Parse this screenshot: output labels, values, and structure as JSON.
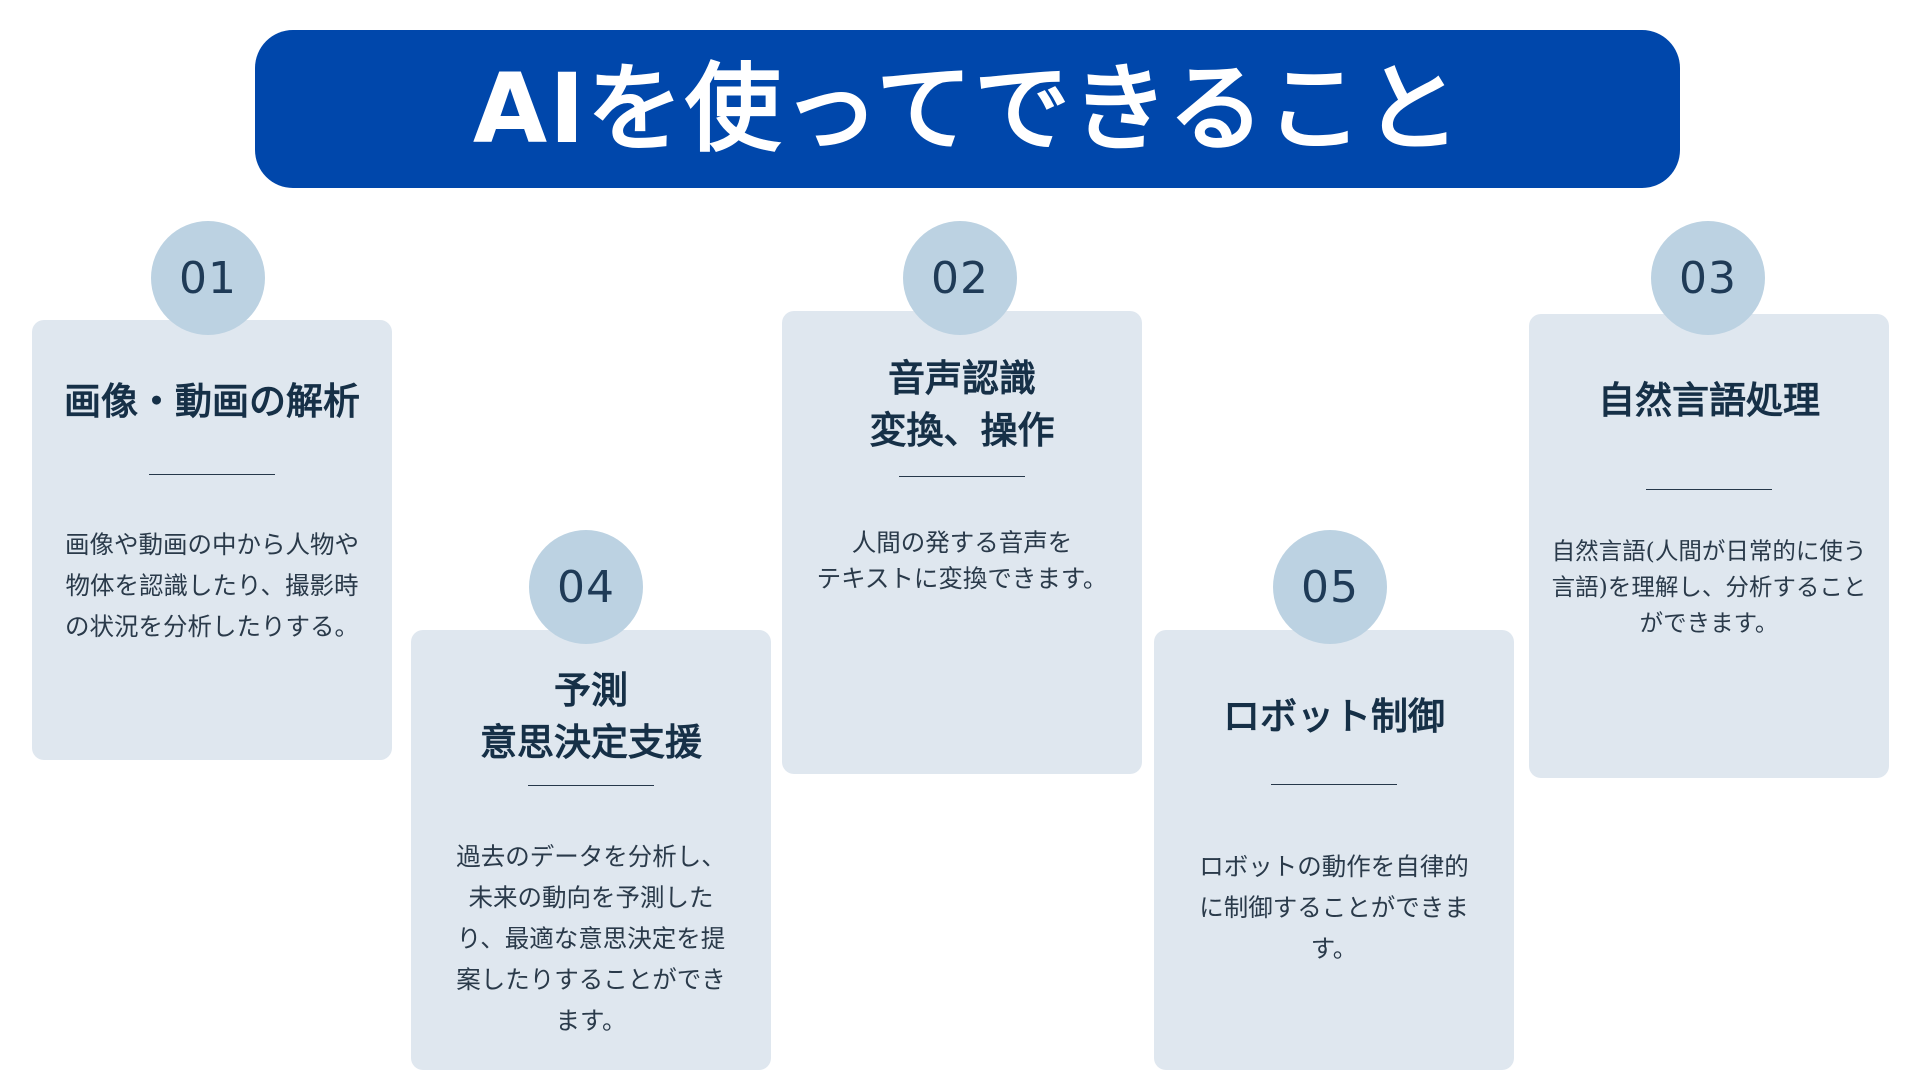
{
  "title": "AIを使ってできること",
  "colors": {
    "title_background": "#0047ab",
    "title_text": "#ffffff",
    "card_background": "#dfe7ef",
    "badge_background": "#bcd2e2",
    "text_dark": "#163047"
  },
  "cards": [
    {
      "number": "01",
      "title_lines": [
        "画像・動画の解析"
      ],
      "description_lines": [
        "画像や動画の中から人物や",
        "物体を認識したり、撮影時",
        "の状況を分析したりする。"
      ]
    },
    {
      "number": "02",
      "title_lines": [
        "音声認識",
        "変換、操作"
      ],
      "description_lines": [
        "人間の発する音声を",
        "テキストに変換できます。"
      ]
    },
    {
      "number": "03",
      "title_lines": [
        "自然言語処理"
      ],
      "description_lines": [
        "自然言語(人間が日常的に使う",
        "言語)を理解し、分析すること",
        "ができます。"
      ]
    },
    {
      "number": "04",
      "title_lines": [
        "予測",
        "意思決定支援"
      ],
      "description_lines": [
        "過去のデータを分析し、",
        "未来の動向を予測した",
        "り、最適な意思決定を提",
        "案したりすることができ",
        "ます。"
      ]
    },
    {
      "number": "05",
      "title_lines": [
        "ロボット制御"
      ],
      "description_lines": [
        "ロボットの動作を自律的",
        "に制御することができま",
        "す。"
      ]
    }
  ]
}
